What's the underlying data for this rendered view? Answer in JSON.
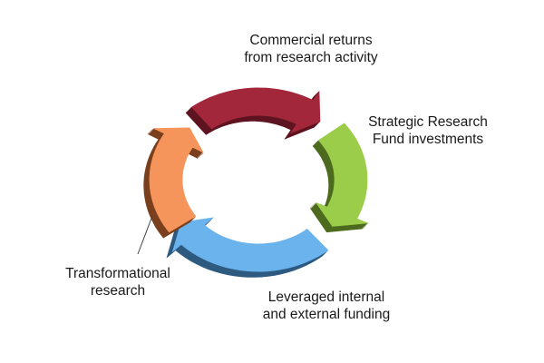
{
  "stages": [
    {
      "id": "commercial",
      "lines": [
        "Commercial returns",
        "from research activity"
      ],
      "color": "#a3273a",
      "shade": "#5e1420"
    },
    {
      "id": "strategic",
      "lines": [
        "Strategic Research",
        "Fund investments"
      ],
      "color": "#9bcc4a",
      "shade": "#4d6b1e"
    },
    {
      "id": "leveraged",
      "lines": [
        "Leveraged internal",
        "and external funding"
      ],
      "color": "#6bb3ec",
      "shade": "#2e5a80"
    },
    {
      "id": "transform",
      "lines": [
        "Transformational",
        "research"
      ],
      "color": "#f5955b",
      "shade": "#7a3f1c"
    }
  ]
}
